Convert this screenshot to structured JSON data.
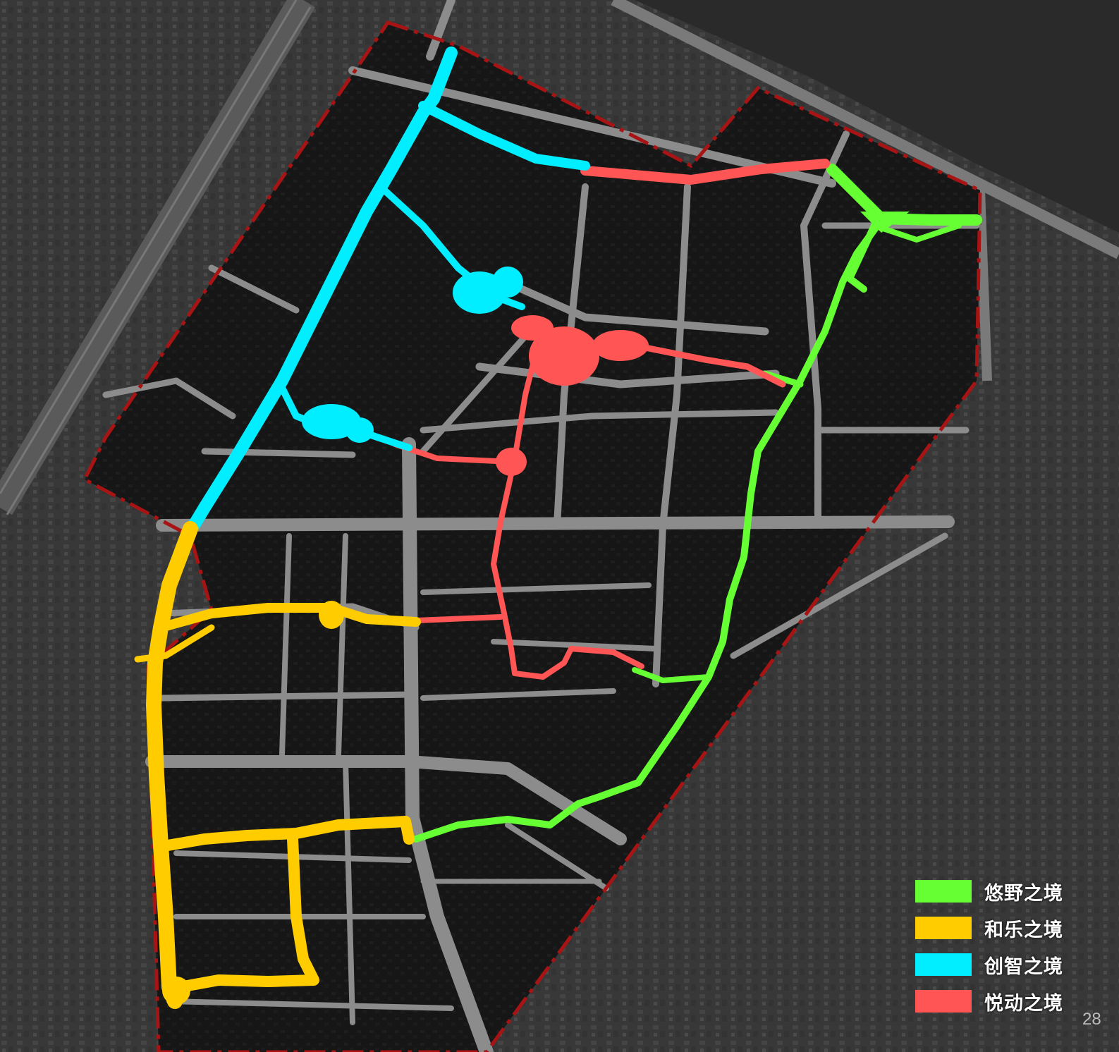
{
  "legend": {
    "items": [
      {
        "label": "悠野之境",
        "color": "#66ff33"
      },
      {
        "label": "和乐之境",
        "color": "#ffcc00"
      },
      {
        "label": "创智之境",
        "color": "#00eeff"
      },
      {
        "label": "悦动之境",
        "color": "#ff5555"
      }
    ]
  },
  "page_number": "28",
  "colors": {
    "boundary": "#a81414",
    "roads": "#8c8c8c",
    "district_fill": "#151515",
    "surroundings": "#3a3a3a"
  }
}
